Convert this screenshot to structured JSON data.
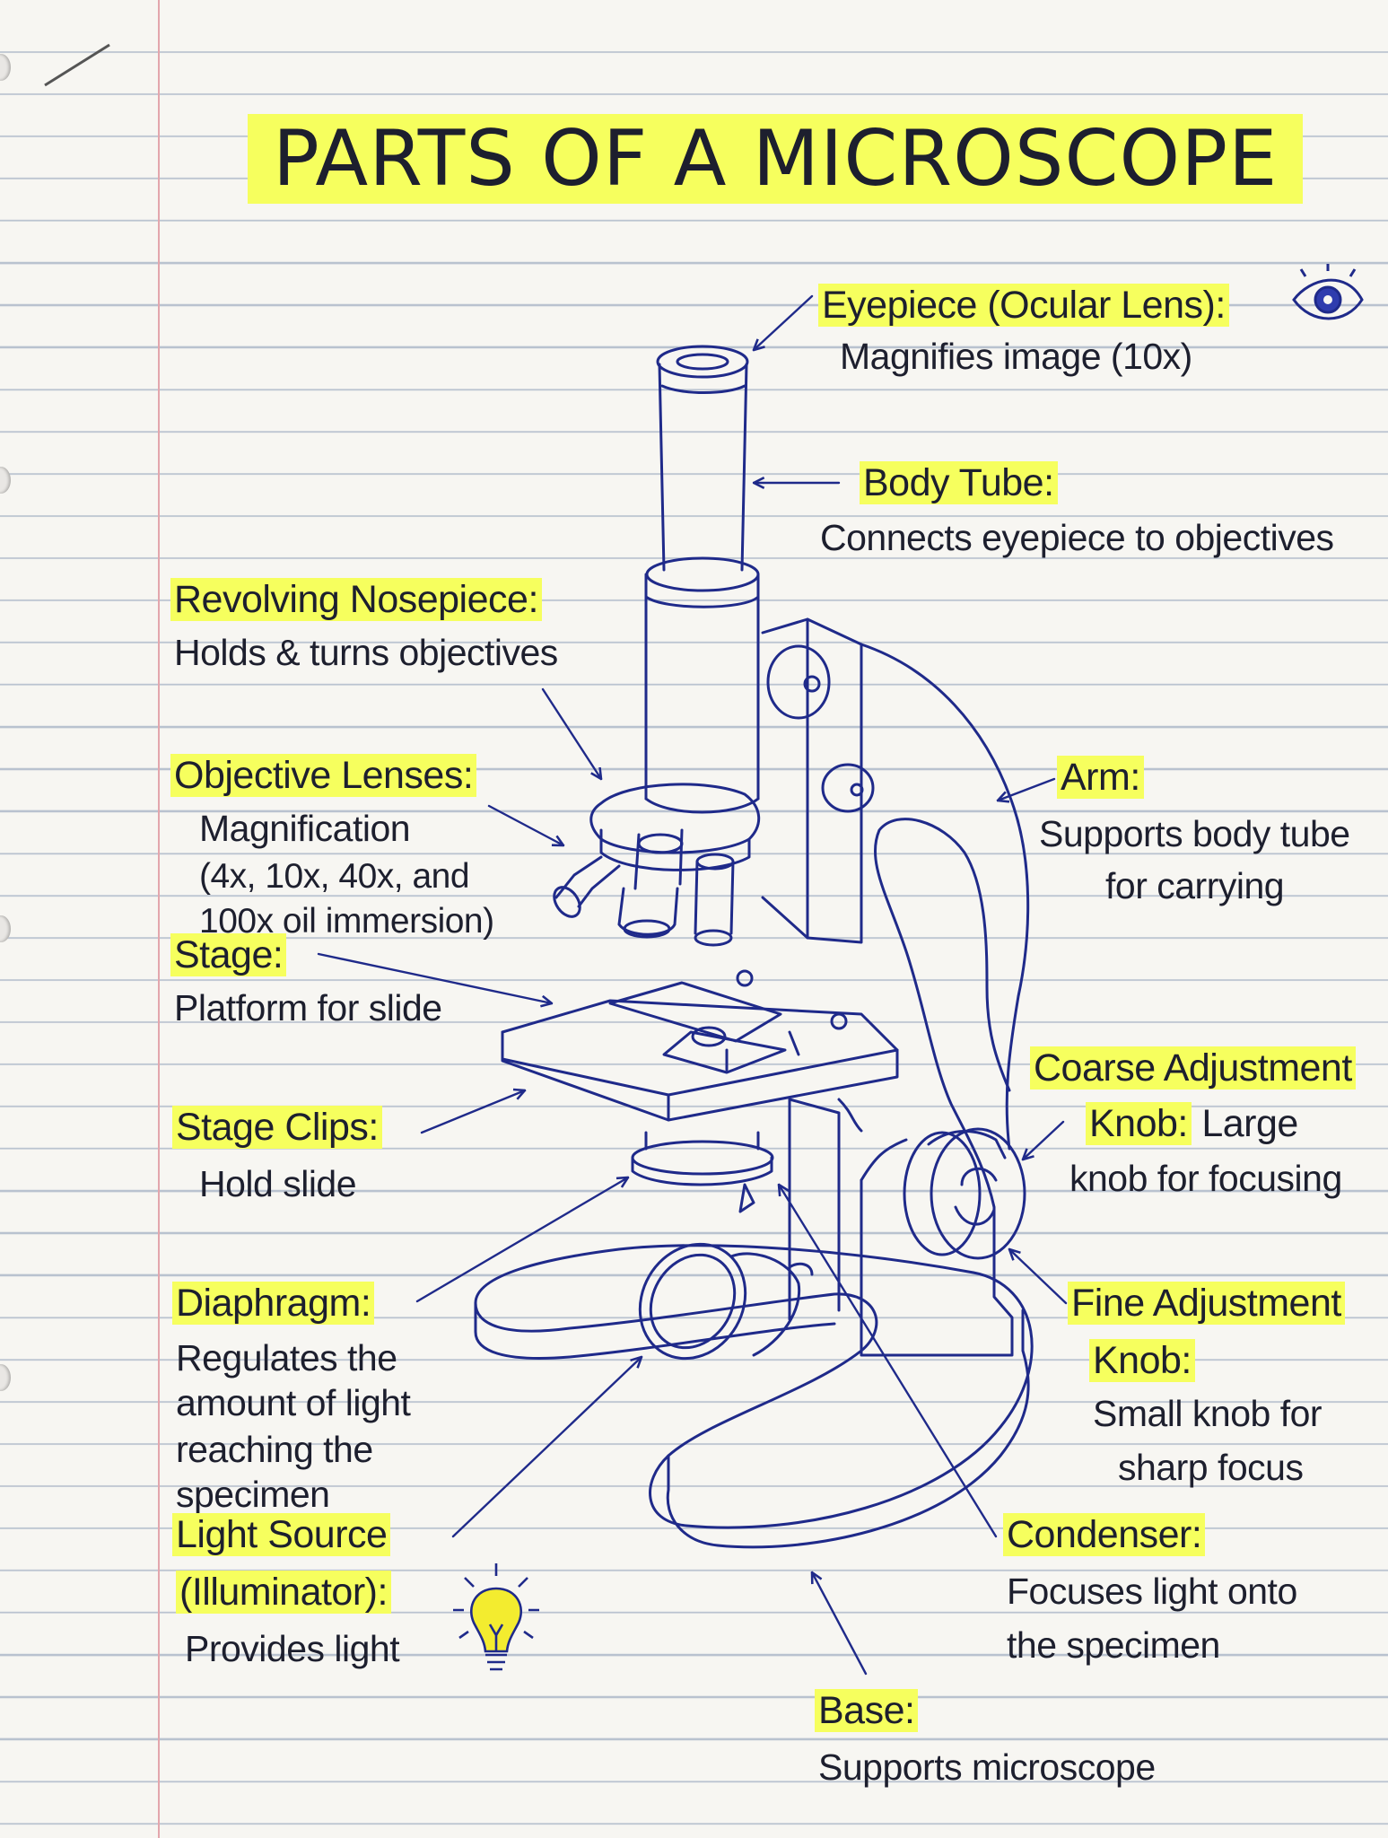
{
  "title": "PARTS OF A MICROSCOPE",
  "labels": {
    "eyepiece": {
      "name": "Eyepiece (Ocular Lens):",
      "desc": "Magnifies image (10x)"
    },
    "body_tube": {
      "name": "Body Tube:",
      "desc": "Connects eyepiece to objectives"
    },
    "nosepiece": {
      "name": "Revolving Nosepiece:",
      "desc": "Holds & turns objectives"
    },
    "objectives": {
      "name": "Objective Lenses:",
      "desc_1": "Magnification",
      "desc_2": "(4x, 10x, 40x, and",
      "desc_3": "100x oil immersion)"
    },
    "arm": {
      "name": "Arm:",
      "desc_1": "Supports body tube",
      "desc_2": "for carrying"
    },
    "stage": {
      "name": "Stage:",
      "desc": "Platform for slide"
    },
    "stage_clips": {
      "name": "Stage Clips:",
      "desc": "Hold slide"
    },
    "coarse_knob": {
      "name_1": "Coarse Adjustment",
      "name_2": "Knob:",
      "desc_1": "Large",
      "desc_2": "knob for focusing"
    },
    "diaphragm": {
      "name": "Diaphragm:",
      "desc_1": "Regulates the",
      "desc_2": "amount of light",
      "desc_3": "reaching the",
      "desc_4": "specimen"
    },
    "fine_knob": {
      "name_1": "Fine Adjustment",
      "name_2": "Knob:",
      "desc_1": "Small knob for",
      "desc_2": "sharp focus"
    },
    "light_source": {
      "name_1": "Light Source",
      "name_2": "(Illuminator):",
      "desc": "Provides light"
    },
    "condenser": {
      "name": "Condenser:",
      "desc_1": "Focuses light onto",
      "desc_2": "the specimen"
    },
    "base": {
      "name": "Base:",
      "desc": "Supports microscope"
    }
  },
  "colors": {
    "ink": "#1f2a8a",
    "highlight": "#f6ff5e",
    "paper": "#f7f6f2",
    "rule": "#b9c2cf",
    "margin": "#e3a6ad"
  },
  "icons": [
    "eye-icon",
    "lightbulb-icon"
  ]
}
